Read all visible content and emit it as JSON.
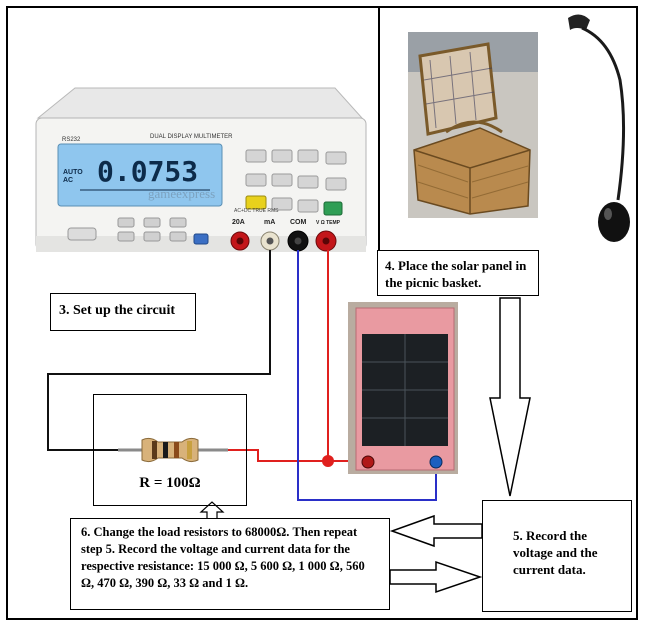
{
  "steps": {
    "setup": "3. Set up the circuit",
    "place": "4. Place the solar panel in the picnic basket.",
    "record": "5. Record the voltage and the current data.",
    "change": "6. Change the load resistors to 68000Ω. Then repeat step 5. Record the voltage and current data for the respective resistance: 15 000 Ω, 5 600 Ω, 1 000 Ω, 560 Ω, 470 Ω, 390 Ω, 33 Ω and 1 Ω."
  },
  "resistor_label": "R = 100Ω",
  "multimeter": {
    "brand": "RS232",
    "model_title": "DUAL DISPLAY MULTIMETER",
    "reading": "0.0753",
    "mode_top": "AUTO",
    "mode_bottom": "AC",
    "terminal_labels": [
      "20A",
      "mA",
      "COM",
      "V Ω TEMP"
    ],
    "sub_label": "AC+DC TRUE RMS",
    "watermark": "gameexpress"
  },
  "colors": {
    "red_wire": "#e0201e",
    "blue_wire": "#2a2fc8",
    "black_wire": "#111111",
    "panel_pink": "#e99aa1"
  }
}
